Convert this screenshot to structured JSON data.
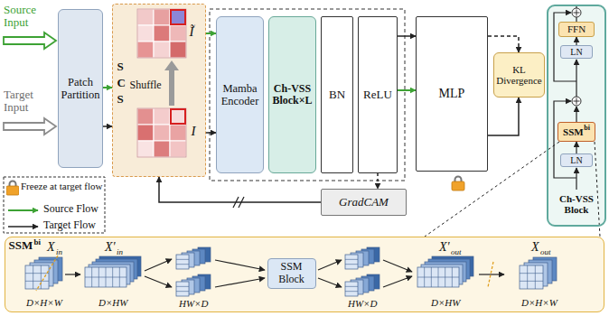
{
  "diagram": {
    "nodes": [
      {
        "text": [
          "Patch Partition"
        ]
      },
      {
        "text": [
          "S",
          "C",
          "S",
          "Shuffle",
          "Ĩ",
          "I"
        ]
      },
      {
        "text": [
          "Mamba Encoder"
        ]
      },
      {
        "text": [
          "Ch-VSS Block×L"
        ]
      },
      {
        "text": [
          "BN"
        ]
      },
      {
        "text": [
          "ReLU"
        ]
      },
      {
        "text": [
          "MLP"
        ]
      },
      {
        "text": [
          "KL Divergence"
        ]
      },
      {
        "text": [
          "GradCAM"
        ]
      },
      {
        "text": [
          "Ch-VSS Block"
        ]
      },
      {
        "text": [
          "FFN"
        ],
        "in": 9
      },
      {
        "text": [
          "LN"
        ],
        "in": 9
      },
      {
        "text": [
          "SSM",
          "bi"
        ],
        "in": 9
      },
      {
        "text": [
          "LN"
        ],
        "in": 9
      },
      {
        "text": [
          "SSM",
          "bi"
        ]
      },
      {
        "text": [
          "SSM Block"
        ],
        "in": 14
      }
    ],
    "edges": [
      {
        "from": 0,
        "to": 1,
        "arrow": "to"
      },
      {
        "from": 0,
        "to": 1,
        "arrow": "to"
      },
      {
        "from": 1,
        "to": 2,
        "arrow": "to"
      },
      {
        "from": 1,
        "to": 2,
        "arrow": "to"
      },
      {
        "from": 5,
        "to": 6,
        "arrow": "to"
      },
      {
        "from": 5,
        "to": 6,
        "arrow": "to"
      },
      {
        "from": 6,
        "to": 7,
        "arrow": "to"
      },
      {
        "from": 6,
        "to": 7,
        "arrow": "to"
      },
      {
        "from": 5,
        "to": 8,
        "arrow": "to"
      },
      {
        "from": 8,
        "to": 1,
        "arrow": "to"
      },
      {
        "from": 13,
        "to": 12,
        "arrow": "to"
      },
      {
        "from": 11,
        "to": 10,
        "arrow": "to"
      },
      {
        "from": 12,
        "to": 14,
        "arrow": "none"
      },
      {
        "from": 12,
        "to": 14,
        "arrow": "none"
      }
    ],
    "labels": [
      "Source Input",
      "Target Input",
      "X",
      "in",
      "X'",
      "in",
      "X'",
      "out",
      "X",
      "out",
      "D×H×W",
      "D×HW",
      "HW×D",
      "HW×D",
      "D×HW",
      "D×H×W"
    ],
    "legend": [
      {
        "text": "Freeze at target flow"
      },
      {
        "text": "Source Flow"
      },
      {
        "text": "Target Flow"
      }
    ]
  }
}
